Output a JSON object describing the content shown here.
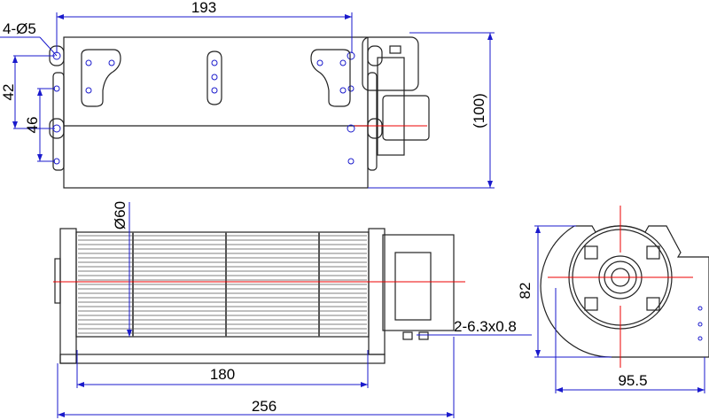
{
  "title": "Cross flow fan dimension drawing",
  "top_view": {
    "width_label": "193",
    "holes_label": "4-Ø5",
    "hole_spacing_outer_label": "42",
    "hole_spacing_inner_label": "46",
    "height_label": "(100)"
  },
  "front_view": {
    "diameter_label": "Ø60",
    "body_length_label": "180",
    "total_length_label": "256",
    "terminal_label": "2-6.3x0.8"
  },
  "side_view": {
    "height_label": "82",
    "width_label": "95.5"
  },
  "colors": {
    "dimension": "#1a1acc",
    "centerline": "#e00000",
    "outline": "#222222"
  }
}
